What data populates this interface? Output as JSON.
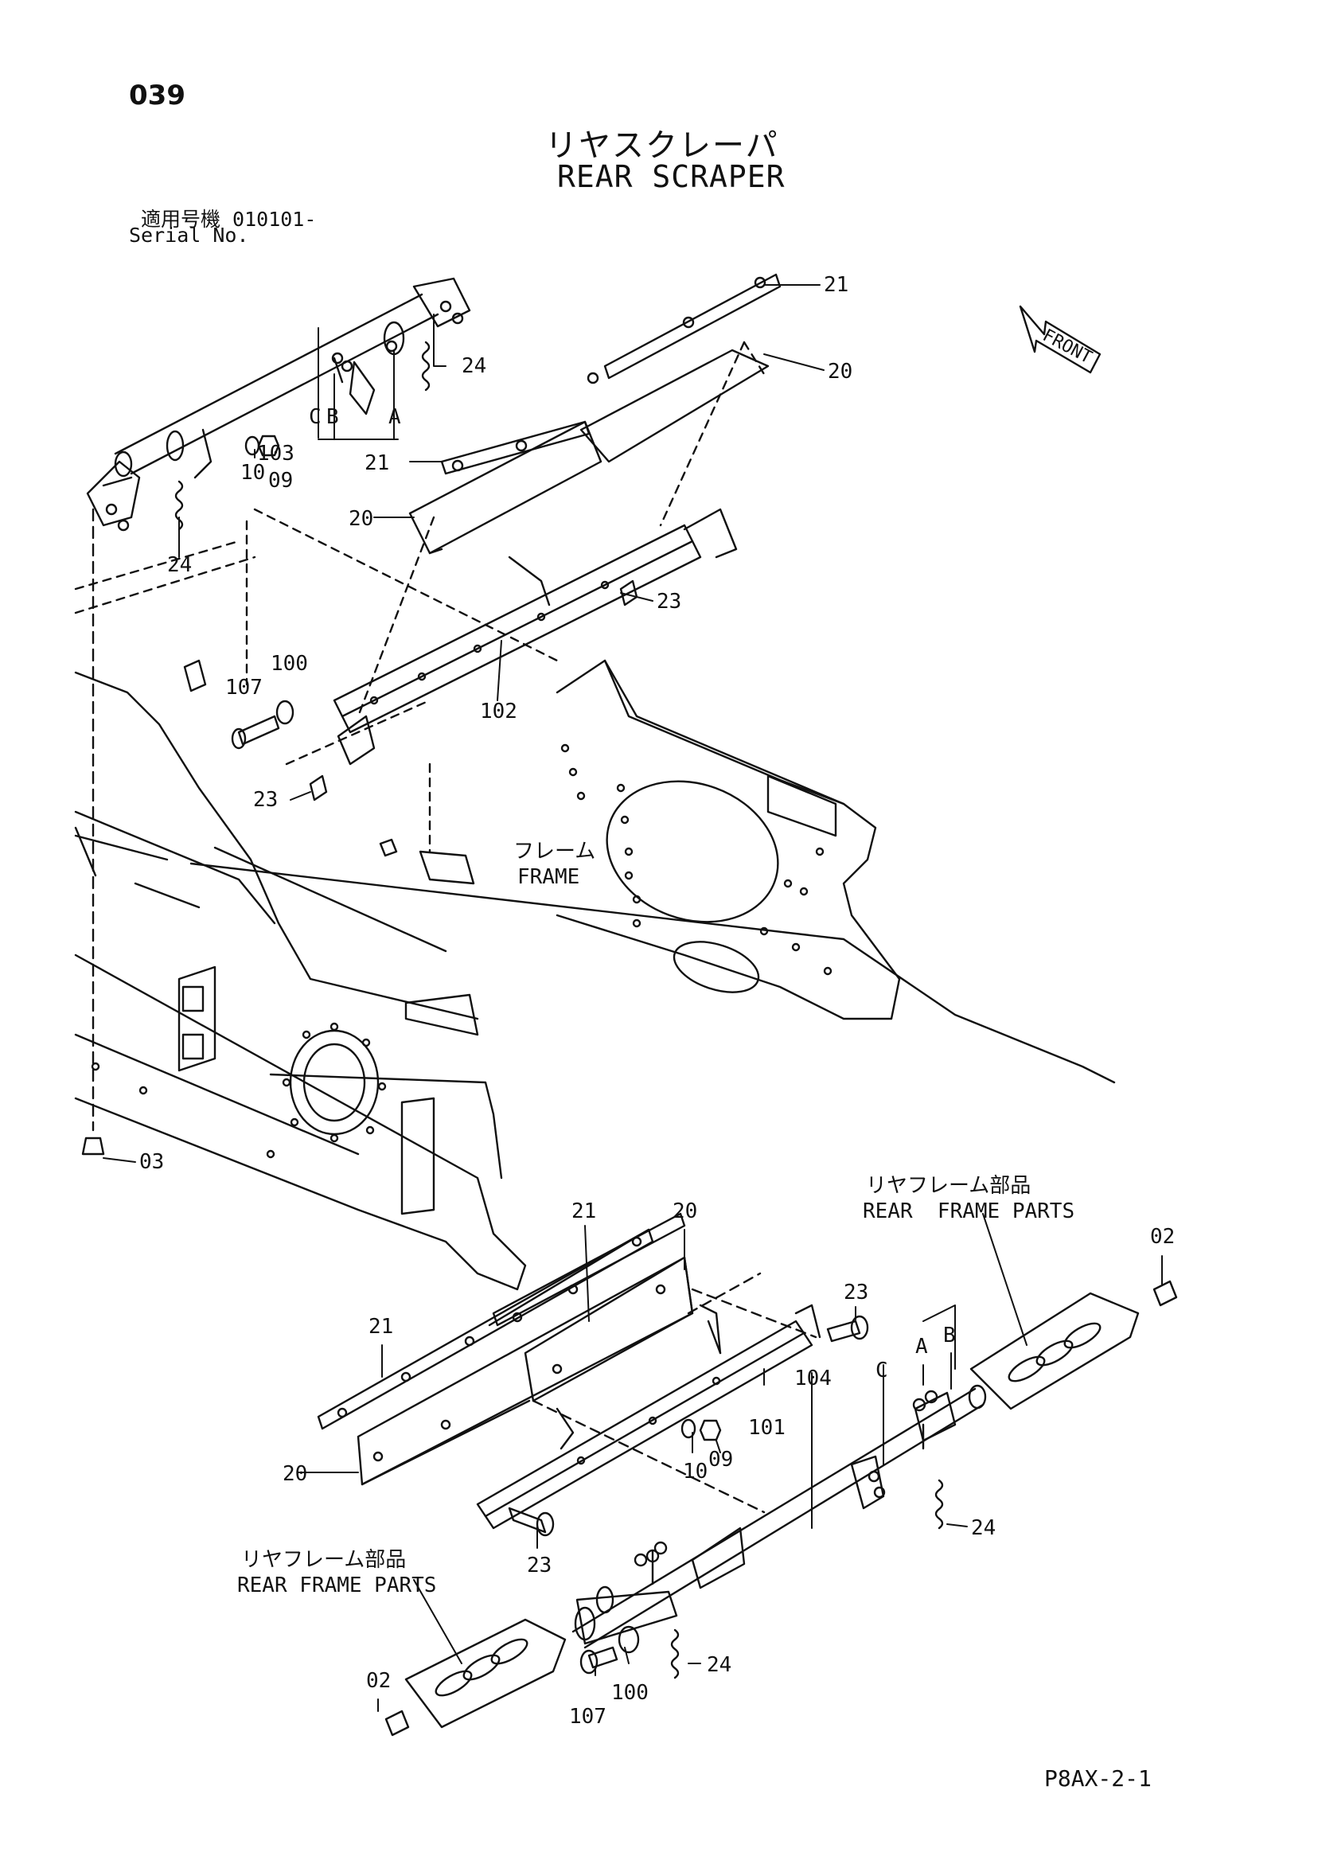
{
  "page_number": "039",
  "title_jp": "リヤスクレーパ",
  "title_en": "REAR SCRAPER",
  "serial_jp": "適用号機  010101-",
  "serial_en": "Serial No.",
  "front_label": "FRONT",
  "frame_label_jp": "フレーム",
  "frame_label_en": "FRAME",
  "rear_frame_parts_jp": "リヤフレーム部品",
  "rear_frame_parts_en": "REAR  FRAME PARTS",
  "rear_frame_parts_en_2": "REAR FRAME PARTS",
  "doc_code": "P8AX-2-1",
  "callouts": {
    "c21": "21",
    "c20": "20",
    "c24": "24",
    "c103": "103",
    "cA": "A",
    "cB": "B",
    "cC": "C",
    "c10": "10",
    "c09": "09",
    "c23": "23",
    "c102": "102",
    "c100": "100",
    "c107": "107",
    "c03": "03",
    "c02": "02",
    "c101": "101",
    "c104": "104"
  }
}
